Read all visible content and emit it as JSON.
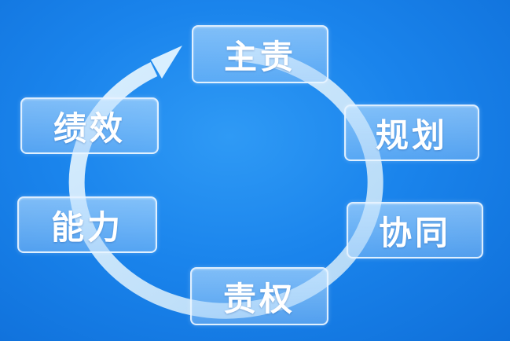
{
  "diagram": {
    "type": "cycle",
    "nodes": [
      {
        "id": "zhuze",
        "label": "主责"
      },
      {
        "id": "guihua",
        "label": "规划"
      },
      {
        "id": "xietong",
        "label": "协同"
      },
      {
        "id": "zequan",
        "label": "责权"
      },
      {
        "id": "nengli",
        "label": "能力"
      },
      {
        "id": "jixiao",
        "label": "绩效"
      }
    ],
    "direction": "clockwise",
    "colors": {
      "background": "#1a84ec",
      "ring": "#c8e6fb",
      "node_text": "#ffffff"
    }
  }
}
